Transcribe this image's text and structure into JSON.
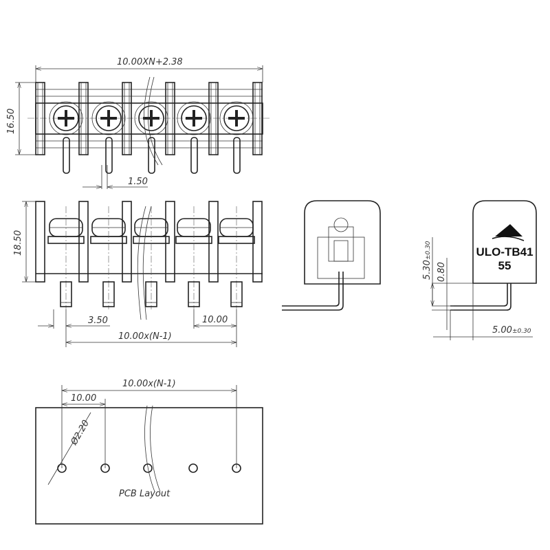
{
  "top_view": {
    "overall_dim": "10.00XN+2.38",
    "height_dim": "16.50",
    "pin_width_dim": "1.50"
  },
  "front_view": {
    "height_dim": "18.50",
    "pin_offset_dim": "3.50",
    "pitch_dim": "10.00",
    "span_dim": "10.00x(N-1)"
  },
  "side_view": {
    "height_dim": "5.30",
    "height_tol": "±0.30",
    "thickness_dim": "0.80",
    "length_dim": "5.00",
    "length_tol": "±0.30",
    "label_line1": "ULO-TB41",
    "label_line2": "55"
  },
  "pcb_layout": {
    "span_dim": "10.00x(N-1)",
    "pitch_dim": "10.00",
    "hole_dim": "Ø2.20",
    "title": "PCB Layout"
  }
}
